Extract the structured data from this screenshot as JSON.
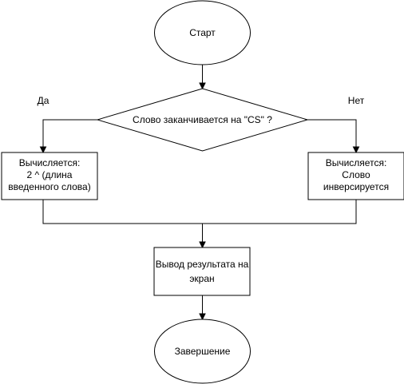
{
  "diagram": {
    "start": {
      "label": "Старт"
    },
    "decision": {
      "label": "Слово заканчивается на \"CS\" ?"
    },
    "branch_yes": {
      "label": "Да"
    },
    "branch_no": {
      "label": "Нет"
    },
    "process_yes": {
      "lines": [
        "Вычисляется:",
        "2 ^ (длина",
        "введенного слова)"
      ]
    },
    "process_no": {
      "lines": [
        "Вычисляется:",
        "Слово",
        "инверсируется"
      ]
    },
    "output": {
      "lines": [
        "Вывод результата на",
        "экран"
      ]
    },
    "end": {
      "label": "Завершение"
    }
  },
  "colors": {
    "stroke": "#000000",
    "fill": "#ffffff",
    "text": "#000000"
  }
}
